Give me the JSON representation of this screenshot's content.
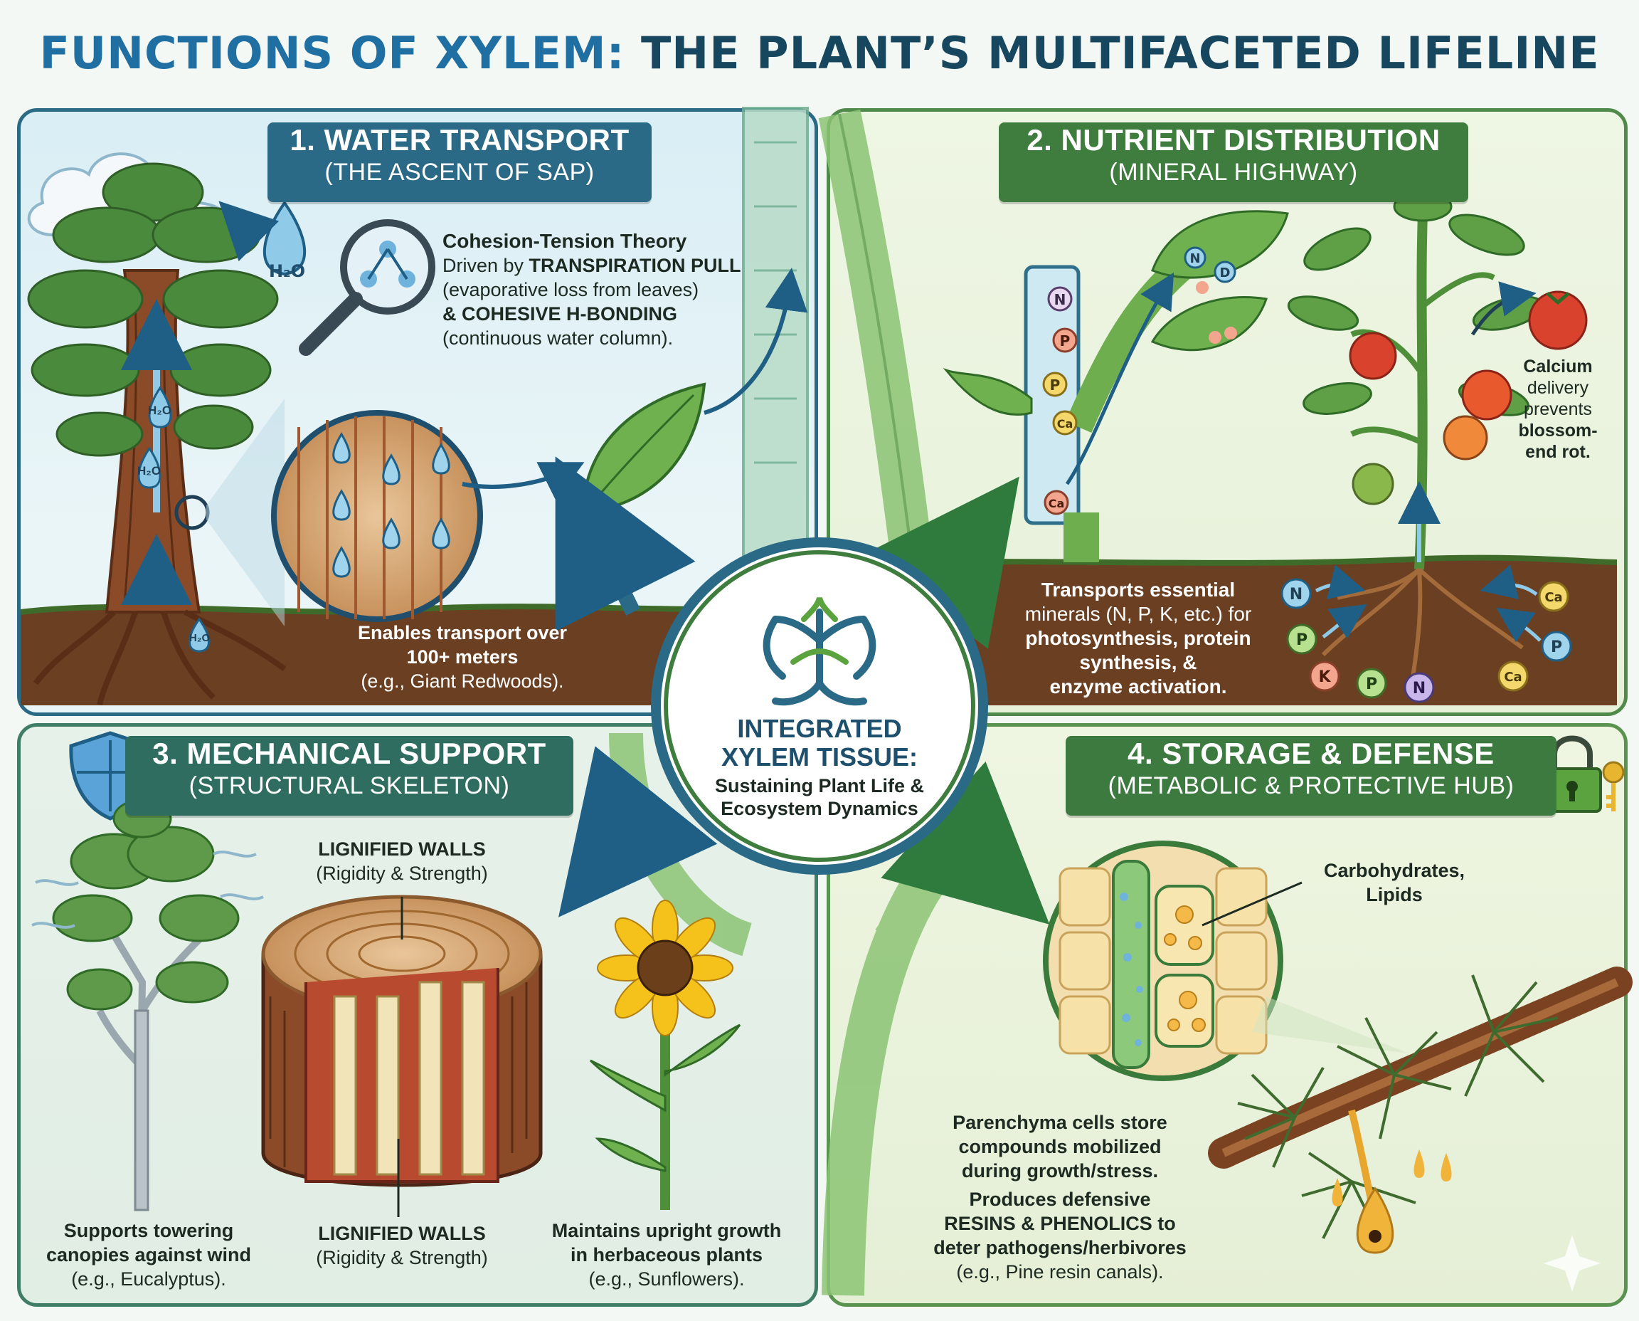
{
  "title": {
    "part1": "FUNCTIONS OF XYLEM:",
    "part2": "THE PLANT’S MULTIFACETED LIFELINE"
  },
  "center": {
    "line1": "INTEGRATED",
    "line2": "XYLEM TISSUE:",
    "line3": "Sustaining Plant Life &",
    "line4": "Ecosystem Dynamics"
  },
  "water": {
    "heading": "1. WATER TRANSPORT",
    "subheading": "(THE ASCENT OF SAP)",
    "theory_title": "Cohesion-Tension Theory",
    "theory_l1_pre": "Driven by ",
    "theory_l1_bold": "TRANSPIRATION PULL",
    "theory_l2": "(evaporative loss from leaves)",
    "theory_l3": "& COHESIVE H-BONDING",
    "theory_l4": "(continuous water column).",
    "h2o": "H₂O",
    "bottom_l1": "Enables transport over",
    "bottom_l2": "100+ meters",
    "bottom_l3": "(e.g., Giant Redwoods)."
  },
  "nutrient": {
    "heading": "2. NUTRIENT DISTRIBUTION",
    "subheading": "(MINERAL HIGHWAY)",
    "calcium_l1": "Calcium",
    "calcium_l2": "delivery",
    "calcium_l3": "prevents",
    "calcium_l4": "blossom-",
    "calcium_l5": "end rot.",
    "soil_l1": "Transports essential",
    "soil_l2": "minerals (N, P, K, etc.) for",
    "soil_l3": "photosynthesis, protein",
    "soil_l4": "synthesis, &",
    "soil_l5": "enzyme activation.",
    "ions": {
      "n": "N",
      "p": "P",
      "k": "K",
      "ca": "Ca",
      "d": "D"
    }
  },
  "support": {
    "heading": "3. MECHANICAL SUPPORT",
    "subheading": "(STRUCTURAL SKELETON)",
    "walls_title": "LIGNIFIED WALLS",
    "walls_sub": "(Rigidity & Strength)",
    "tree_l1": "Supports towering",
    "tree_l2": "canopies against wind",
    "tree_l3": "(e.g., Eucalyptus).",
    "flower_l1": "Maintains upright growth",
    "flower_l2": "in herbaceous plants",
    "flower_l3": "(e.g., Sunflowers)."
  },
  "storage": {
    "heading": "4. STORAGE & DEFENSE",
    "subheading": "(METABOLIC & PROTECTIVE HUB)",
    "carb_l1": "Carbohydrates,",
    "carb_l2": "Lipids",
    "text_l1": "Parenchyma cells store",
    "text_l2": "compounds mobilized",
    "text_l3": "during growth/stress.",
    "text_l4": "Produces defensive",
    "text_l5": "RESINS & PHENOLICS to",
    "text_l6": "deter pathogens/herbivores",
    "text_l7": "(e.g., Pine resin canals)."
  },
  "colors": {
    "water_accent": "#2b6a86",
    "nutrient_accent": "#3f7d3f",
    "support_accent": "#2e6d5f",
    "storage_accent": "#3c7a40",
    "soil": "#6b3f22"
  }
}
